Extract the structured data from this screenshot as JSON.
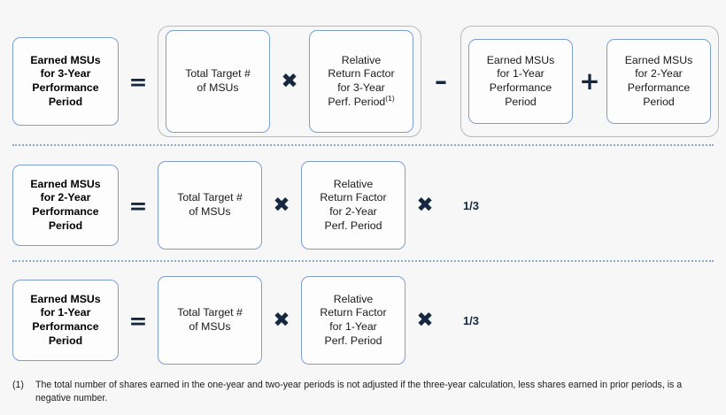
{
  "page": {
    "background": "#f7f7f7",
    "box_border_color": "#7d9fd0",
    "group_border_color": "#b9b9b9",
    "operator_color": "#16283f",
    "separator_color": "#8aa9d6"
  },
  "rows": [
    {
      "id": "three-year",
      "result": "Earned MSUs for 3-Year Performance Period",
      "result_lines": [
        "Earned MSUs",
        "for 3-Year",
        "Performance",
        "Period"
      ],
      "equals": "=",
      "target": "Total Target # of MSUs",
      "target_lines": [
        "Total Target #",
        "of MSUs"
      ],
      "multiply": "✖",
      "rrf": "Relative Return Factor for 3-Year Perf. Period",
      "rrf_lines": [
        "Relative",
        "Return Factor",
        "for 3-Year",
        "Perf. Period"
      ],
      "rrf_footnote_marker": "(1)",
      "minus": "➖",
      "minus_glyph": "–",
      "sub1": "Earned MSUs for 1-Year Performance Period",
      "sub1_lines": [
        "Earned MSUs",
        "for 1-Year",
        "Performance",
        "Period"
      ],
      "plus": "+",
      "sub2": "Earned MSUs for 2-Year Performance Period",
      "sub2_lines": [
        "Earned MSUs",
        "for 2-Year",
        "Performance",
        "Period"
      ]
    },
    {
      "id": "two-year",
      "result": "Earned MSUs for 2-Year Performance Period",
      "result_lines": [
        "Earned MSUs",
        "for 2-Year",
        "Performance",
        "Period"
      ],
      "equals": "=",
      "target": "Total Target # of MSUs",
      "target_lines": [
        "Total Target #",
        "of MSUs"
      ],
      "multiply": "✖",
      "rrf": "Relative Return Factor for 2-Year Perf. Period",
      "rrf_lines": [
        "Relative",
        "Return Factor",
        "for 2-Year",
        "Perf. Period"
      ],
      "multiply2": "✖",
      "fraction": "1/3"
    },
    {
      "id": "one-year",
      "result": "Earned MSUs for 1-Year Performance Period",
      "result_lines": [
        "Earned MSUs",
        "for 1-Year",
        "Performance",
        "Period"
      ],
      "equals": "=",
      "target": "Total Target # of MSUs",
      "target_lines": [
        "Total Target #",
        "of MSUs"
      ],
      "multiply": "✖",
      "rrf": "Relative Return Factor for 1-Year Perf. Period",
      "rrf_lines": [
        "Relative",
        "Return Factor",
        "for 1-Year",
        "Perf. Period"
      ],
      "multiply2": "✖",
      "fraction": "1/3"
    }
  ],
  "footnote": {
    "marker": "(1)",
    "text": "The total number of shares earned in the one-year and two-year periods is not adjusted if the three-year calculation, less shares earned in prior periods, is a negative number."
  }
}
